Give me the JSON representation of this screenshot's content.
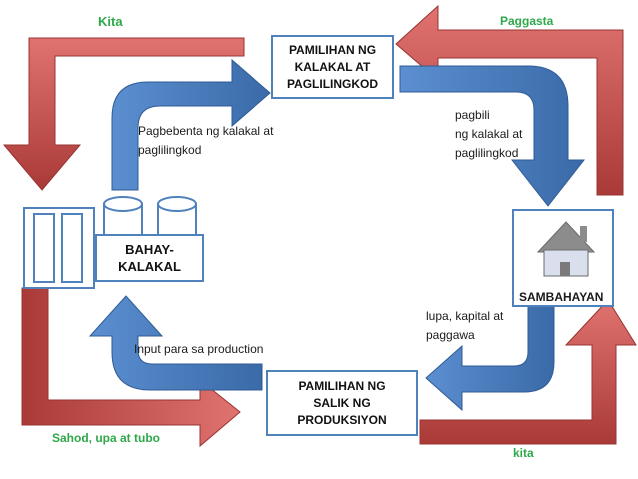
{
  "colors": {
    "red_arrow": "#c0504d",
    "blue_arrow": "#4f81bd",
    "box_border": "#4f81bd",
    "green_label": "#2ea84a"
  },
  "labels": {
    "kita_top": "Kita",
    "paggasta": "Paggasta",
    "sahod": "Sahod, upa at tubo",
    "kita_bottom": "kita",
    "pagbebenta": "Pagbebenta ng kalakal at\npaglilingkod",
    "pagbili": "pagbili\nng kalakal at\npaglilingkod",
    "lupa": "lupa, kapital at\npaggawa",
    "input": "Input para sa production"
  },
  "boxes": {
    "pamilihan_kalakal": "PAMILIHAN NG\nKALAKAL AT\nPAGLILINGKOD",
    "pamilihan_salik": "PAMILIHAN NG\nSALIK NG\nPRODUKSIYON",
    "bahay_kalakal": "BAHAY-\nKALAKAL",
    "sambahayan": "SAMBAHAYAN"
  },
  "icons": {
    "factory": "factory-building-icon",
    "house": "house-icon"
  }
}
